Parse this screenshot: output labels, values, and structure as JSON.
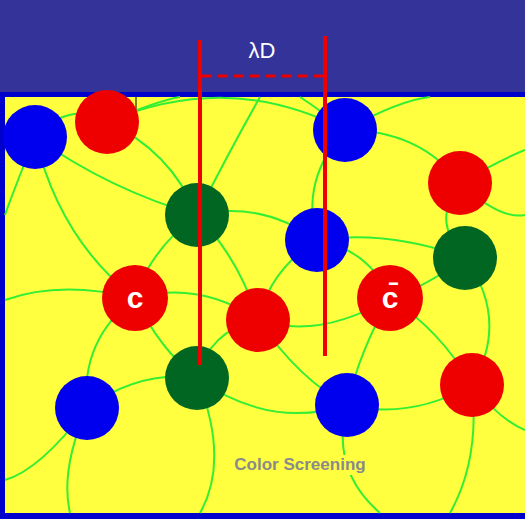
{
  "diagram": {
    "nodes": [
      {
        "text": [
          "c"
        ]
      },
      {
        "text": [
          "c̄"
        ]
      }
    ],
    "labels": [
      "λD",
      "Color Screening"
    ]
  }
}
